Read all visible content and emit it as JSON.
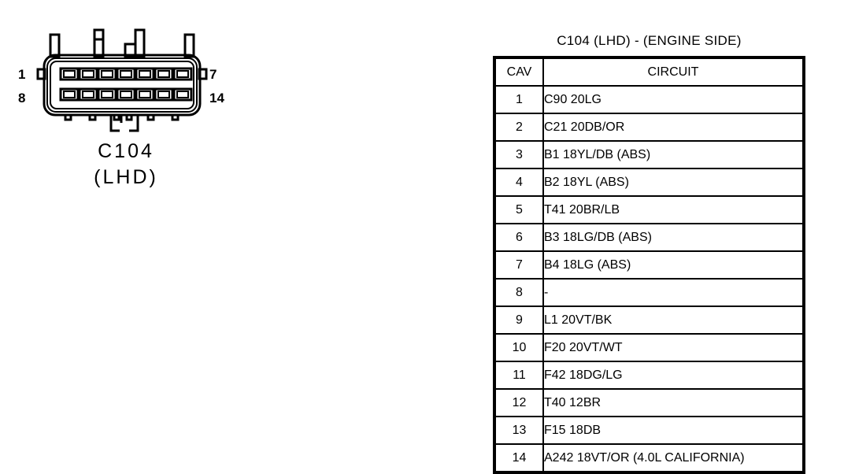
{
  "connector": {
    "caption_line1": "C104",
    "caption_line2": "(LHD)",
    "pin_labels": {
      "top_left": "1",
      "bottom_left": "8",
      "top_right": "7",
      "bottom_right": "14"
    },
    "cavity_rows": 2,
    "cavities_per_row": 7,
    "total_cavities": 14
  },
  "table": {
    "title": "C104 (LHD) - (ENGINE SIDE)",
    "headers": {
      "cav": "CAV",
      "circuit": "CIRCUIT"
    },
    "rows": [
      {
        "cav": "1",
        "circuit": "C90 20LG"
      },
      {
        "cav": "2",
        "circuit": "C21 20DB/OR"
      },
      {
        "cav": "3",
        "circuit": "B1 18YL/DB (ABS)"
      },
      {
        "cav": "4",
        "circuit": "B2 18YL (ABS)"
      },
      {
        "cav": "5",
        "circuit": "T41 20BR/LB"
      },
      {
        "cav": "6",
        "circuit": "B3 18LG/DB (ABS)"
      },
      {
        "cav": "7",
        "circuit": "B4 18LG (ABS)"
      },
      {
        "cav": "8",
        "circuit": "-"
      },
      {
        "cav": "9",
        "circuit": "L1 20VT/BK"
      },
      {
        "cav": "10",
        "circuit": "F20 20VT/WT"
      },
      {
        "cav": "11",
        "circuit": "F42 18DG/LG"
      },
      {
        "cav": "12",
        "circuit": "T40 12BR"
      },
      {
        "cav": "13",
        "circuit": "F15 18DB"
      },
      {
        "cav": "14",
        "circuit": "A242 18VT/OR (4.0L CALIFORNIA)"
      }
    ]
  },
  "colors": {
    "ink": "#000000",
    "background": "#ffffff"
  }
}
